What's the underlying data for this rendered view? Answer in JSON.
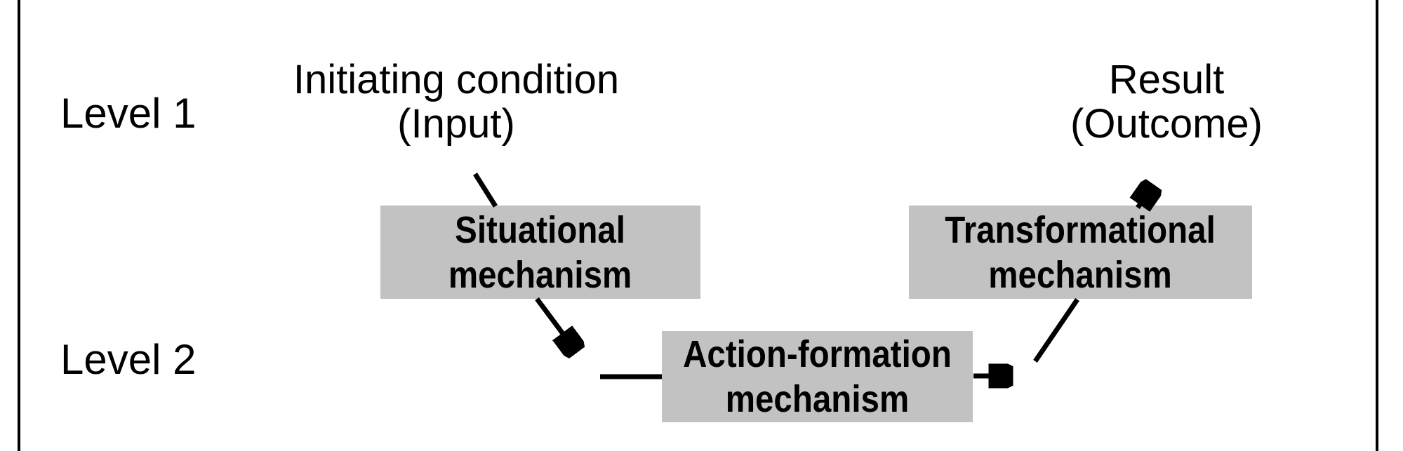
{
  "diagram": {
    "level_labels": [
      {
        "label": "Level 1"
      },
      {
        "label": "Level 2"
      }
    ],
    "endpoints": {
      "input": {
        "line1": "Initiating condition",
        "line2": "(Input)"
      },
      "outcome": {
        "line1": "Result",
        "line2": "(Outcome)"
      }
    },
    "mechanisms": {
      "situational": {
        "line1": "Situational",
        "line2": "mechanism"
      },
      "action_formation": {
        "line1": "Action-formation",
        "line2": "mechanism"
      },
      "transformational": {
        "line1": "Transformational",
        "line2": "mechanism"
      }
    },
    "colors": {
      "background": "#ffffff",
      "box_fill": "#c2c2c2",
      "line": "#000000",
      "text": "#000000",
      "frame_border": "#000000"
    }
  }
}
